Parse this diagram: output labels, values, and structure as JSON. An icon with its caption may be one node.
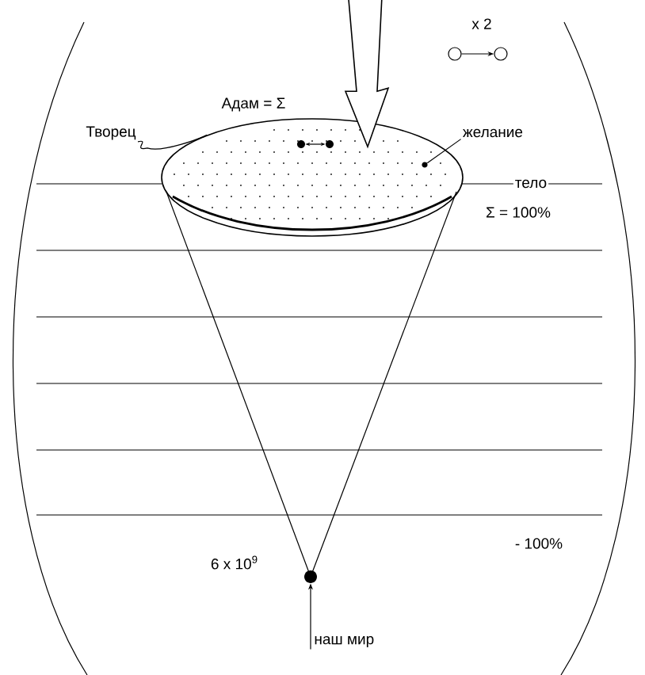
{
  "diagram": {
    "nodes": [
      {
        "text": [],
        "shape": "circle"
      },
      {
        "text": [],
        "shape": "circle"
      },
      {
        "text": [
          "Творец"
        ]
      },
      {
        "text": [],
        "shape": "ellipse"
      },
      {
        "text": [],
        "shape": "circle",
        "in": 3
      },
      {
        "text": [],
        "shape": "circle",
        "in": 3
      },
      {
        "text": [
          "желание"
        ]
      },
      {
        "text": [],
        "shape": "circle",
        "in": 3
      },
      {
        "text": [],
        "shape": "circle"
      },
      {
        "text": [
          "наш мир"
        ]
      }
    ],
    "edges": [
      {
        "from": 0,
        "to": 1,
        "arrow": "to"
      },
      {
        "from": null,
        "to": 3,
        "arrow": "to",
        "style": "thick"
      },
      {
        "from": 4,
        "to": 5,
        "arrow": "both"
      },
      {
        "from": 2,
        "to": 3,
        "arrow": "none"
      },
      {
        "from": 6,
        "to": 7,
        "arrow": "none"
      },
      {
        "from": 9,
        "to": 8,
        "arrow": "to"
      }
    ],
    "labels": [
      "x 2",
      "Адам = Σ",
      "тело",
      "Σ = 100%",
      "- 100%",
      "6 x 10$^{9}$"
    ]
  }
}
